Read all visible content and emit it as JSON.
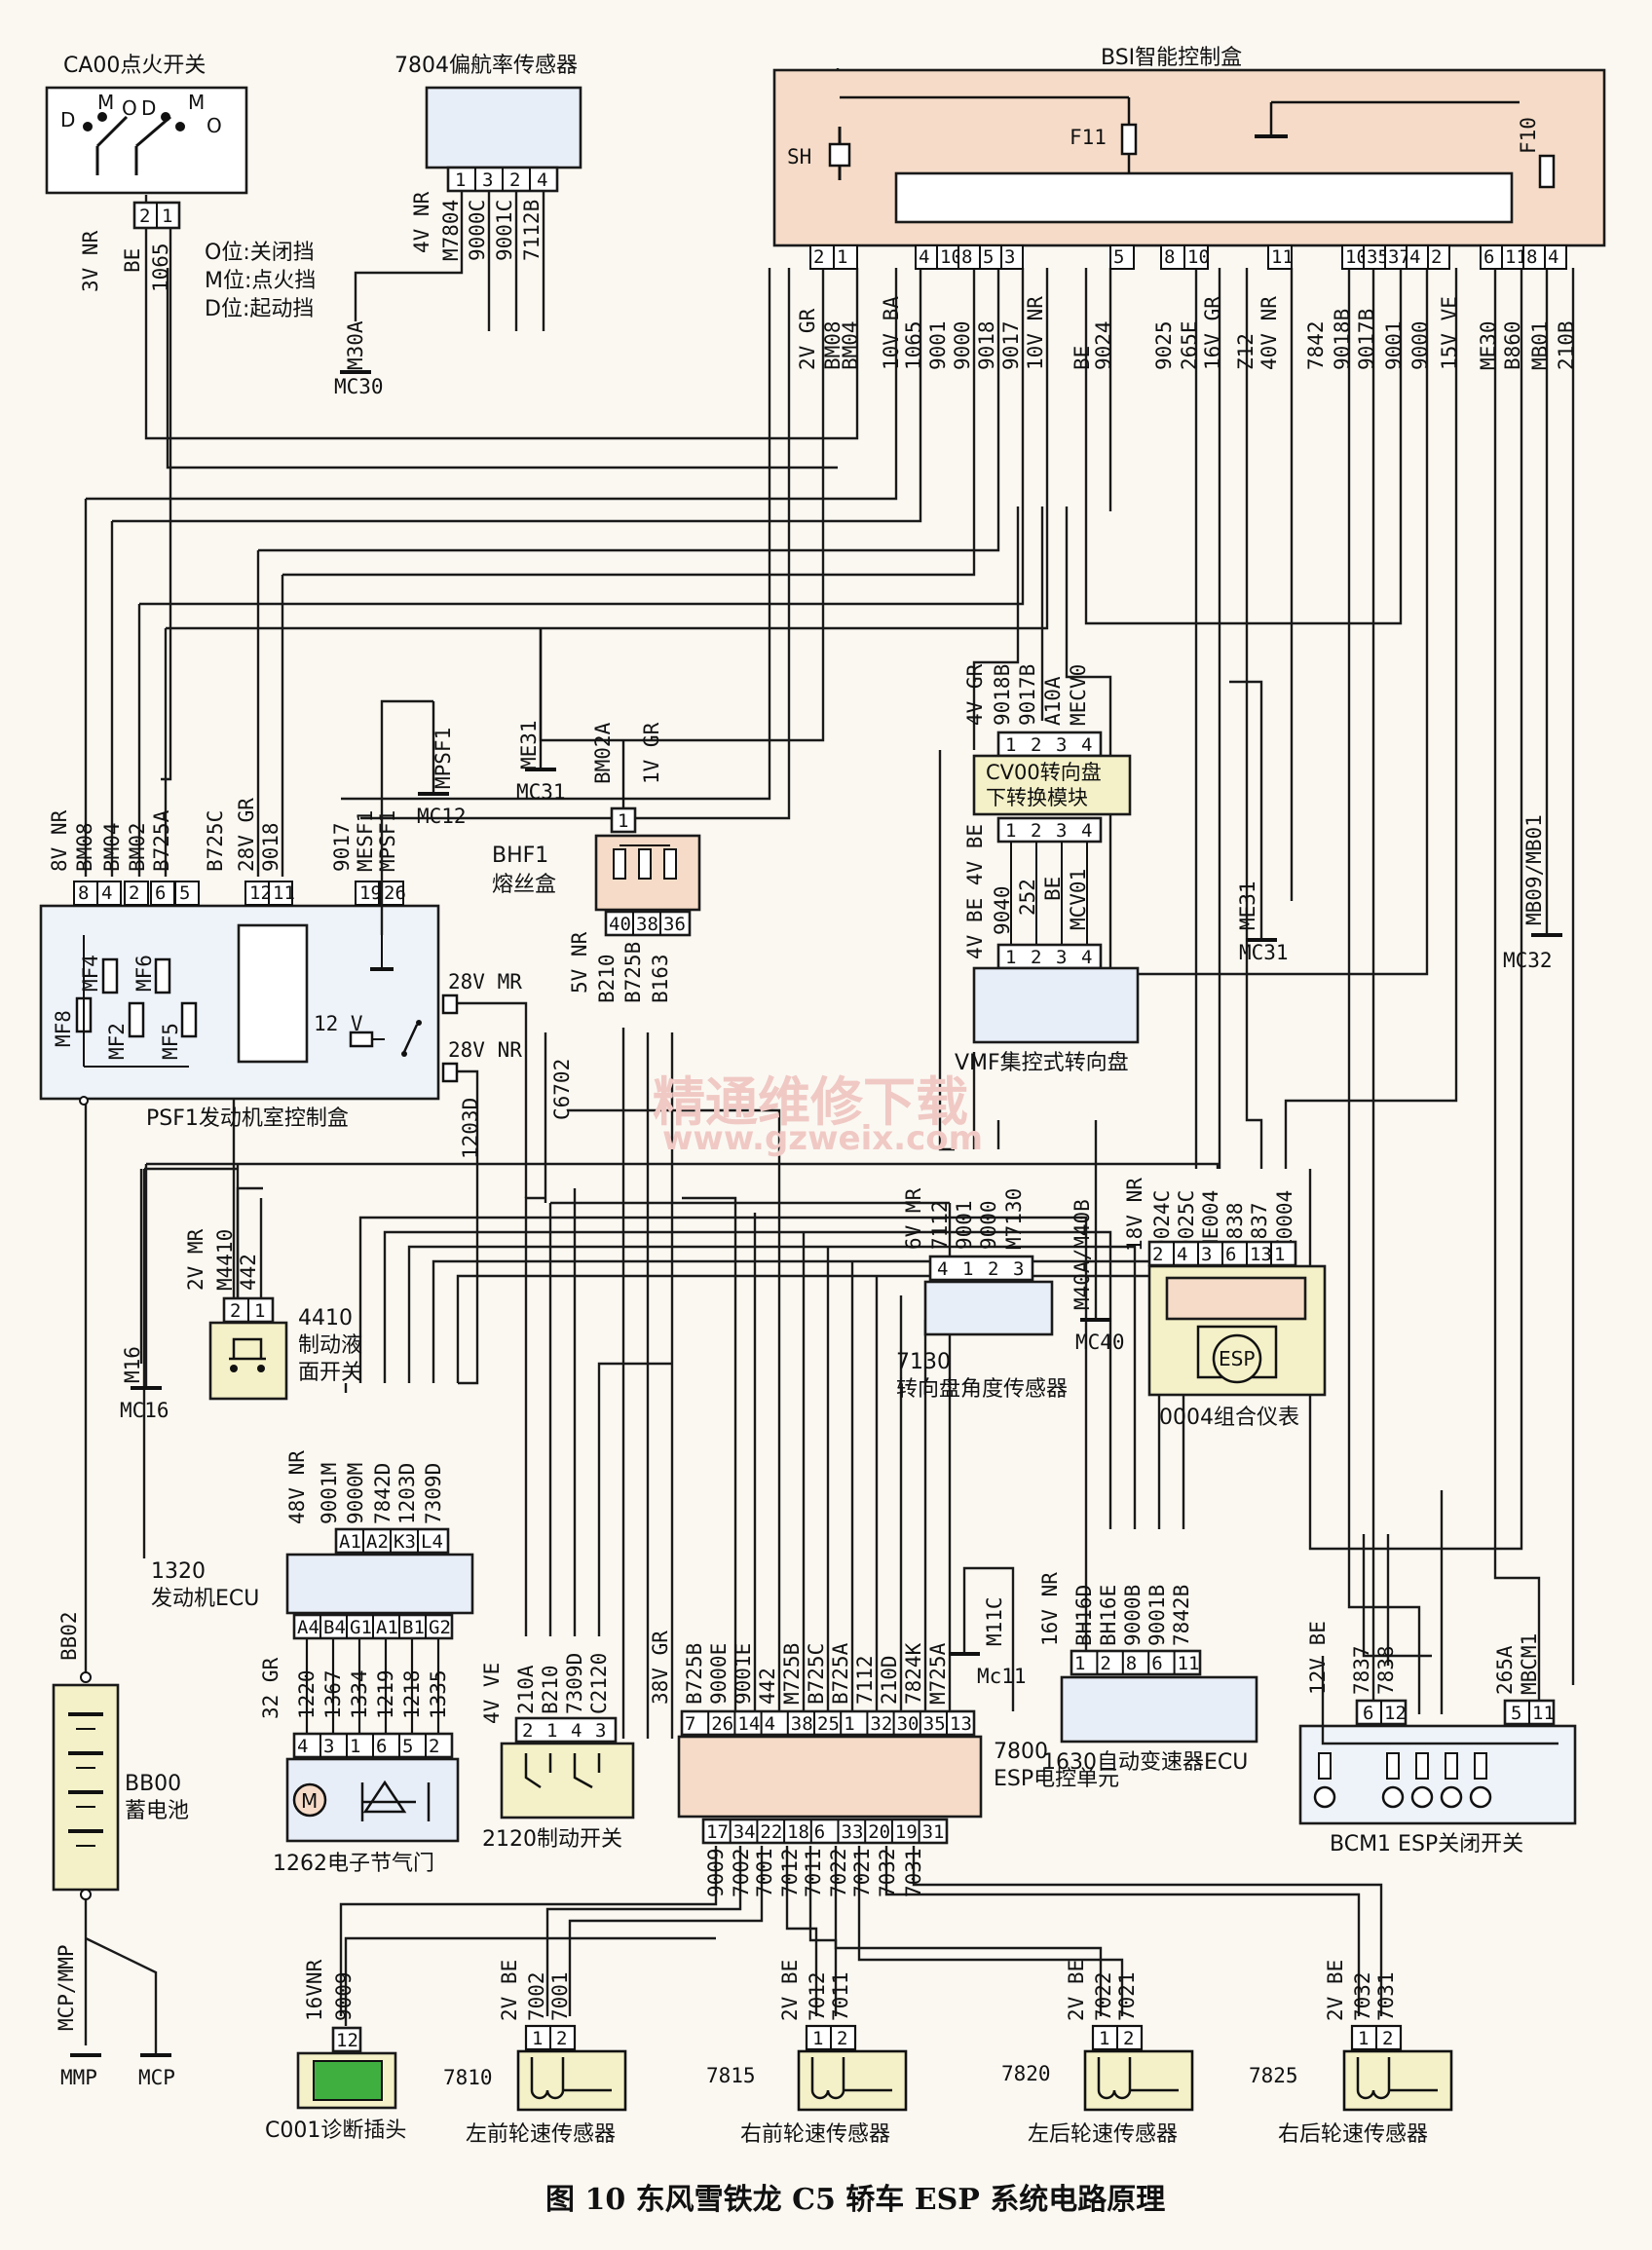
{
  "caption": "图 10   东风雪铁龙 C5 轿车 ESP 系统电路原理",
  "watermark": {
    "line1": "精通维修下载",
    "line2": "www.gzweix.com"
  },
  "colors": {
    "bsi": "#f6dcc8",
    "component": "#e8eef8",
    "brake_switch": "#f4f1c8",
    "connector": "#3fb040",
    "panel": "#eef3fa"
  },
  "icons": [
    "ignition-switch-icon",
    "fuse-icon",
    "relay-icon",
    "ground-icon",
    "battery-icon",
    "motor-icon",
    "esp-lamp-icon",
    "speed-sensor-coil-icon",
    "led-icon"
  ],
  "components": {
    "ca00": {
      "title": "CA00点火开关",
      "contacts": [
        "D",
        "M",
        "O",
        "D",
        "M",
        "O"
      ],
      "pins": [
        "2",
        "1"
      ],
      "wires": [
        "3V NR",
        "BE",
        "1065"
      ],
      "legend": [
        "O位:关闭挡",
        "M位:点火挡",
        "D位:起动挡"
      ]
    },
    "s7804": {
      "title": "7804偏航率传感器",
      "pins": [
        "1",
        "3",
        "2",
        "4"
      ],
      "wires": [
        "4V NR",
        "M7804",
        "9000C",
        "9001C",
        "7112B"
      ],
      "ground": "M30A",
      "ground_name": "MC30"
    },
    "bsi": {
      "title": "BSI智能控制盒",
      "sh": "SH",
      "f11": "F11",
      "f10": "F10",
      "pins": [
        "2",
        "1",
        "4",
        "10",
        "8",
        "5",
        "3",
        "5",
        "8",
        "10",
        "11",
        "10",
        "35",
        "37",
        "4",
        "2",
        "6",
        "11",
        "8",
        "4"
      ],
      "wires": [
        "2V GR",
        "BM08",
        "BM04",
        "10V BA",
        "1065",
        "9001",
        "9000",
        "9018",
        "9017",
        "10V NR",
        "BE",
        "9024",
        "9025",
        "265E",
        "16V GR",
        "Z12",
        "40V NR",
        "7842",
        "9018B",
        "9017B",
        "9001",
        "9000",
        "15V VE",
        "ME30",
        "B860",
        "MB01",
        "210B"
      ]
    },
    "psf1": {
      "title": "PSF1发动机室控制盒",
      "pins": [
        "8",
        "4",
        "2",
        "6",
        "5",
        "12",
        "11",
        "19",
        "26"
      ],
      "wires": [
        "8V NR",
        "BM08",
        "BM04",
        "BM02",
        "B725A",
        "B725C",
        "28V GR",
        "9018",
        "9017",
        "MESF1",
        "MPSF1"
      ],
      "fuses": [
        "MF8",
        "MF4",
        "MF2",
        "MF6",
        "MF5"
      ],
      "relay": "12 V",
      "out1": "28V MR",
      "out2": "28V NR",
      "out_wires": [
        "1203D",
        "C6702"
      ],
      "ground": "MPSF1",
      "ground_name": "MC12"
    },
    "me31_top": {
      "wire": "ME31",
      "ground": "MC31"
    },
    "bhf1": {
      "title": "BHF1\n熔丝盒",
      "name1": "BHF1",
      "name2": "熔丝盒",
      "top_wire": "BM02A",
      "top_label": "1V GR",
      "top_pin": "1",
      "pins": [
        "40",
        "38",
        "36"
      ],
      "wires": [
        "5V NR",
        "B210",
        "B725B",
        "B163"
      ]
    },
    "cv00": {
      "title1": "CV00转向盘",
      "title2": "下转换模块",
      "top_pins": [
        "1",
        "2",
        "3",
        "4"
      ],
      "top_wires": [
        "4V GR",
        "9018B",
        "9017B",
        "A10A",
        "MECV0"
      ],
      "bottom_pins": [
        "1",
        "2",
        "3",
        "4"
      ],
      "bottom_wires": [
        "4V BE 4V BE",
        "9040",
        "252",
        "BE",
        "MCV01"
      ]
    },
    "vmf": {
      "title": "VMF集控式转向盘",
      "pins": [
        "1",
        "2",
        "3",
        "4"
      ],
      "wires": [
        "4V BE"
      ]
    },
    "me31_mid": {
      "wire": "ME31",
      "ground": "MC31"
    },
    "mb09": {
      "wire": "MB09/MB01",
      "ground": "MC32"
    },
    "s4410": {
      "title1": "4410",
      "title2": "制动液",
      "title3": "面开关",
      "pins": [
        "2",
        "1"
      ],
      "wires": [
        "2V MR",
        "M4410",
        "442"
      ]
    },
    "m16": {
      "wire": "M16",
      "ground": "MC16"
    },
    "s7130": {
      "title1": "7130",
      "title2": "转向盘角度传感器",
      "pins": [
        "4",
        "1",
        "2",
        "3"
      ],
      "wires": [
        "6V MR",
        "7112",
        "9001",
        "9000",
        "M7130"
      ]
    },
    "m40": {
      "wire": "M40A/M40B",
      "ground": "MC40"
    },
    "c0004": {
      "title": "0004组合仪表",
      "pins": [
        "2",
        "4",
        "3",
        "6",
        "13",
        "1"
      ],
      "wires": [
        "18V NR",
        "9024C",
        "9025C",
        "ME004",
        "7838",
        "7837",
        "Z0004"
      ],
      "lamp": "ESP"
    },
    "e1320": {
      "title1": "1320",
      "title2": "发动机ECU",
      "top_pins": [
        "A1",
        "A2",
        "K3",
        "L4"
      ],
      "top_wires": [
        "48V NR",
        "9001M",
        "9000M",
        "7842D",
        "1203D",
        "7309D"
      ],
      "bottom_pins": [
        "A4",
        "B4",
        "G1",
        "A1",
        "B1",
        "G2"
      ],
      "bottom_wires": [
        "1220",
        "1367",
        "1334",
        "1219",
        "1218",
        "1335"
      ]
    },
    "t1262": {
      "title": "1262电子节气门",
      "pins": [
        "4",
        "3",
        "1",
        "6",
        "5",
        "2"
      ],
      "wires": [
        "32 GR"
      ]
    },
    "s2120": {
      "title": "2120制动开关",
      "pins": [
        "2",
        "1",
        "4",
        "3"
      ],
      "wires": [
        "4V VE",
        "210A",
        "B210",
        "7309D",
        "C2120"
      ]
    },
    "esp7800": {
      "title1": "7800",
      "title2": "ESP电控单元",
      "top_pins": [
        "7",
        "26",
        "14",
        "4",
        "38",
        "25",
        "1",
        "32",
        "30",
        "35",
        "13"
      ],
      "top_wires": [
        "38V GR",
        "B725B",
        "9000E",
        "9001E",
        "442",
        "M725B",
        "B725C",
        "B725A",
        "7112",
        "210D",
        "7824K",
        "M725A"
      ],
      "bottom_pins": [
        "17",
        "34",
        "22",
        "18",
        "6",
        "33",
        "20",
        "19",
        "31"
      ],
      "bottom_wires": [
        "9009",
        "7002",
        "7001",
        "7012",
        "7011",
        "7022",
        "7021",
        "7032",
        "7031"
      ]
    },
    "m11c": {
      "wire": "M11C",
      "ground": "Mc11"
    },
    "t1630": {
      "title": "1630自动变速器ECU",
      "pins": [
        "1",
        "2",
        "8",
        "6",
        "11"
      ],
      "wires": [
        "16V NR",
        "BH16D",
        "BH16E",
        "9000B",
        "9001B",
        "7842B"
      ]
    },
    "bcm1": {
      "title": "BCM1  ESP关闭开关",
      "pins": [
        "6",
        "12",
        "5",
        "11"
      ],
      "wires": [
        "12V BE",
        "7837",
        "7838",
        "265A",
        "MBCM1"
      ]
    },
    "bb00": {
      "title1": "BB00",
      "title2": "蓄电池",
      "top_wire": "BB02",
      "bottom_wire": "MCP/MMP",
      "grounds": [
        "MMP",
        "MCP"
      ]
    },
    "c001": {
      "title": "C001诊断插头",
      "pins": [
        "12"
      ],
      "wires": [
        "16VNR",
        "9009"
      ]
    },
    "w7810": {
      "code": "7810",
      "title": "左前轮速传感器",
      "pins": [
        "1",
        "2"
      ],
      "wires": [
        "2V BE",
        "7002",
        "7001"
      ]
    },
    "w7815": {
      "code": "7815",
      "title": "右前轮速传感器",
      "pins": [
        "1",
        "2"
      ],
      "wires": [
        "2V BE",
        "7012",
        "7011"
      ]
    },
    "w7820": {
      "code": "7820",
      "title": "左后轮速传感器",
      "pins": [
        "1",
        "2"
      ],
      "wires": [
        "2V BE",
        "7022",
        "7021"
      ]
    },
    "w7825": {
      "code": "7825",
      "title": "右后轮速传感器",
      "pins": [
        "1",
        "2"
      ],
      "wires": [
        "2V BE",
        "7032",
        "7031"
      ]
    }
  }
}
